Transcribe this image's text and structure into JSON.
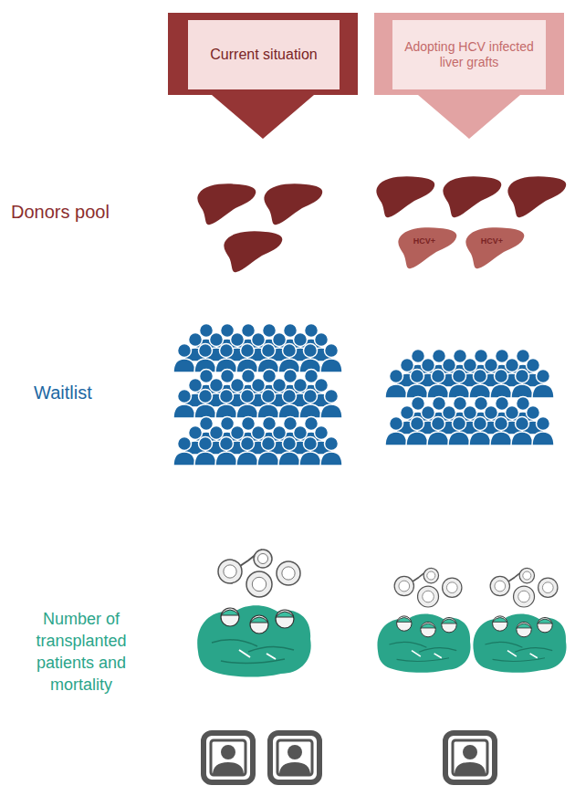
{
  "diagram": {
    "nodes": [
      {
        "text": [
          "Current situation"
        ]
      },
      {
        "text": [
          "Adopting HCV infected liver grafts"
        ]
      },
      {
        "text": [
          "HCV+"
        ]
      },
      {
        "text": [
          "HCV+"
        ]
      }
    ],
    "labels": [
      "Donors pool",
      "Waitlist",
      "Number of transplanted patients and mortality"
    ]
  }
}
